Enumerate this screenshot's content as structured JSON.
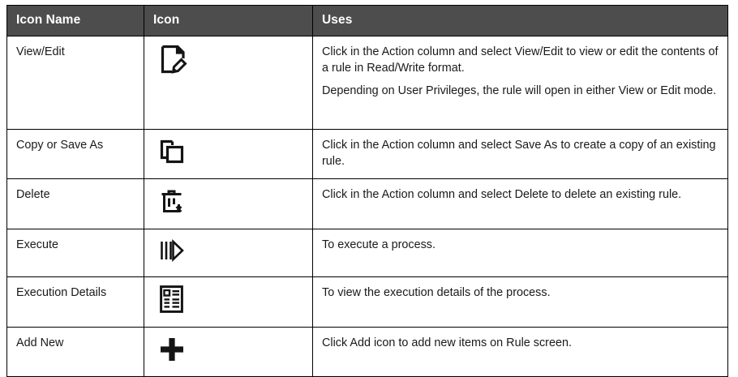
{
  "table": {
    "headers": [
      {
        "label": "Icon Name"
      },
      {
        "label": "Icon"
      },
      {
        "label": "Uses"
      }
    ],
    "header_bg": "#4d4d4d",
    "header_fg": "#ffffff",
    "border_color": "#000000",
    "rows": [
      {
        "name": "View/Edit",
        "icon": "document-edit-icon",
        "uses": [
          "Click in the Action column and select View/Edit to view or edit the contents of a rule in Read/Write format.",
          "Depending on User Privileges, the rule will open in either View or Edit mode."
        ]
      },
      {
        "name": "Copy or Save As",
        "icon": "copy-icon",
        "uses": [
          "Click in the Action column and select Save As to create a copy of an existing rule."
        ]
      },
      {
        "name": "Delete",
        "icon": "trash-delete-icon",
        "uses": [
          "Click in the Action column and select Delete to delete an existing rule."
        ]
      },
      {
        "name": "Execute",
        "icon": "execute-play-icon",
        "uses": [
          "To execute a process."
        ]
      },
      {
        "name": "Execution Details",
        "icon": "execution-details-list-icon",
        "uses": [
          "To view the execution details of the process."
        ]
      },
      {
        "name": "Add New",
        "icon": "plus-add-icon",
        "uses": [
          "Click Add icon to add new items on Rule screen."
        ]
      }
    ]
  }
}
